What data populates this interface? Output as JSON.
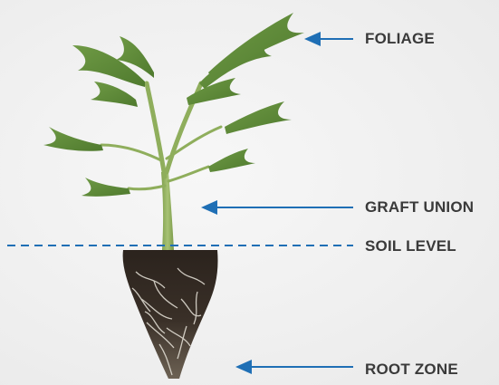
{
  "labels": {
    "foliage": "FOLIAGE",
    "graft_union": "GRAFT UNION",
    "soil_level": "SOIL LEVEL",
    "root_zone": "ROOT ZONE"
  },
  "colors": {
    "arrow": "#1f6fb5",
    "label_text": "#3a3a3a",
    "background": "#f1f1f1",
    "leaf": "#5f8c3a",
    "stem": "#8fae5c",
    "soil": "#2f2620",
    "roots": "#e6e2d8"
  },
  "illustration": {
    "subject": "grafted-seedling-plant",
    "icons": [
      "plant-foliage",
      "plant-stem",
      "root-ball",
      "arrow-left"
    ]
  }
}
